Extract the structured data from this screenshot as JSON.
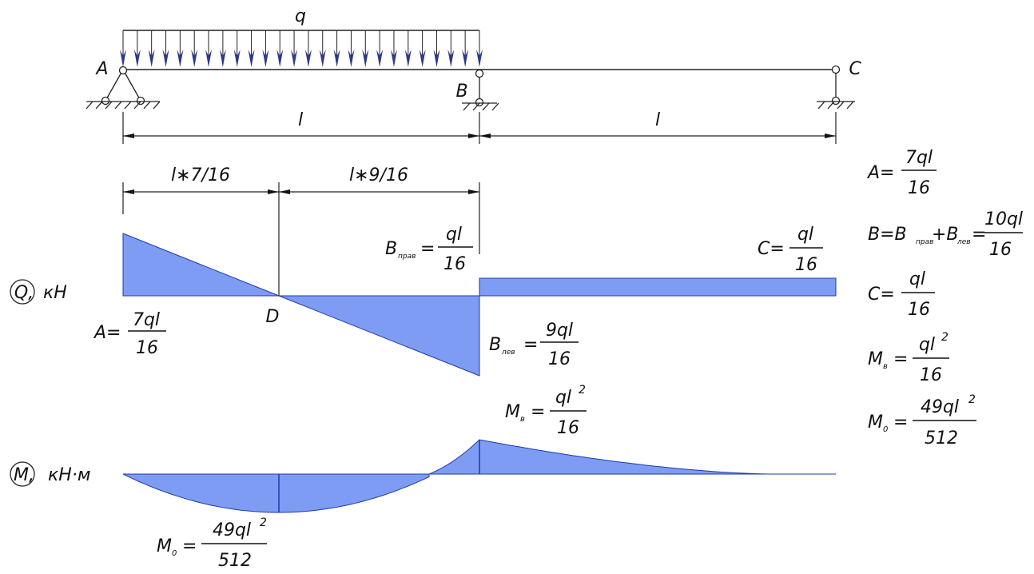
{
  "beam": {
    "load_label": "q",
    "support_labels": {
      "a": "A",
      "b": "B",
      "c": "C",
      "d": "D"
    },
    "span_left": "l",
    "span_right": "l",
    "seg_left": "l∗7/16",
    "seg_right": "l∗9/16"
  },
  "diagrams": {
    "q_axis": "Q,",
    "q_unit": "кН",
    "m_axis": "M,",
    "m_unit": "кН·м"
  },
  "annotations": {
    "q_a": {
      "lhs": "A=",
      "num": "7ql",
      "den": "16"
    },
    "q_b_prav": {
      "lhs": "B",
      "sub": "прав",
      "eq": "=",
      "num": "ql",
      "den": "16"
    },
    "q_b_lev": {
      "lhs": "B",
      "sub": "лев",
      "eq": "=",
      "num": "9ql",
      "den": "16"
    },
    "q_c": {
      "lhs": "C=",
      "num": "ql",
      "den": "16"
    },
    "m_b": {
      "lhs": "M",
      "sub": "в",
      "eq": "=",
      "num": "ql",
      "sup": "2",
      "den": "16"
    },
    "m_0": {
      "lhs": "M",
      "sub": "0",
      "eq": "=",
      "num": "49ql",
      "sup": "2",
      "den": "512"
    }
  },
  "results": {
    "a": {
      "lhs": "A=",
      "num": "7ql",
      "den": "16"
    },
    "b": {
      "lhs": "B=B",
      "sub1": "прав",
      "plus": "+B",
      "sub2": "лев",
      "eq": "=",
      "num": "10ql",
      "den": "16"
    },
    "c": {
      "lhs": "C=",
      "num": "ql",
      "den": "16"
    },
    "mb": {
      "lhs": "M",
      "sub": "в",
      "eq": "=",
      "num": "ql",
      "sup": "2",
      "den": "16"
    },
    "m0": {
      "lhs": "M",
      "sub": "0",
      "eq": "=",
      "num": "49ql",
      "sup": "2",
      "den": "512"
    }
  },
  "colors": {
    "fill": "#7f9cf5",
    "stroke": "#1d3aa8",
    "line": "#222222"
  }
}
